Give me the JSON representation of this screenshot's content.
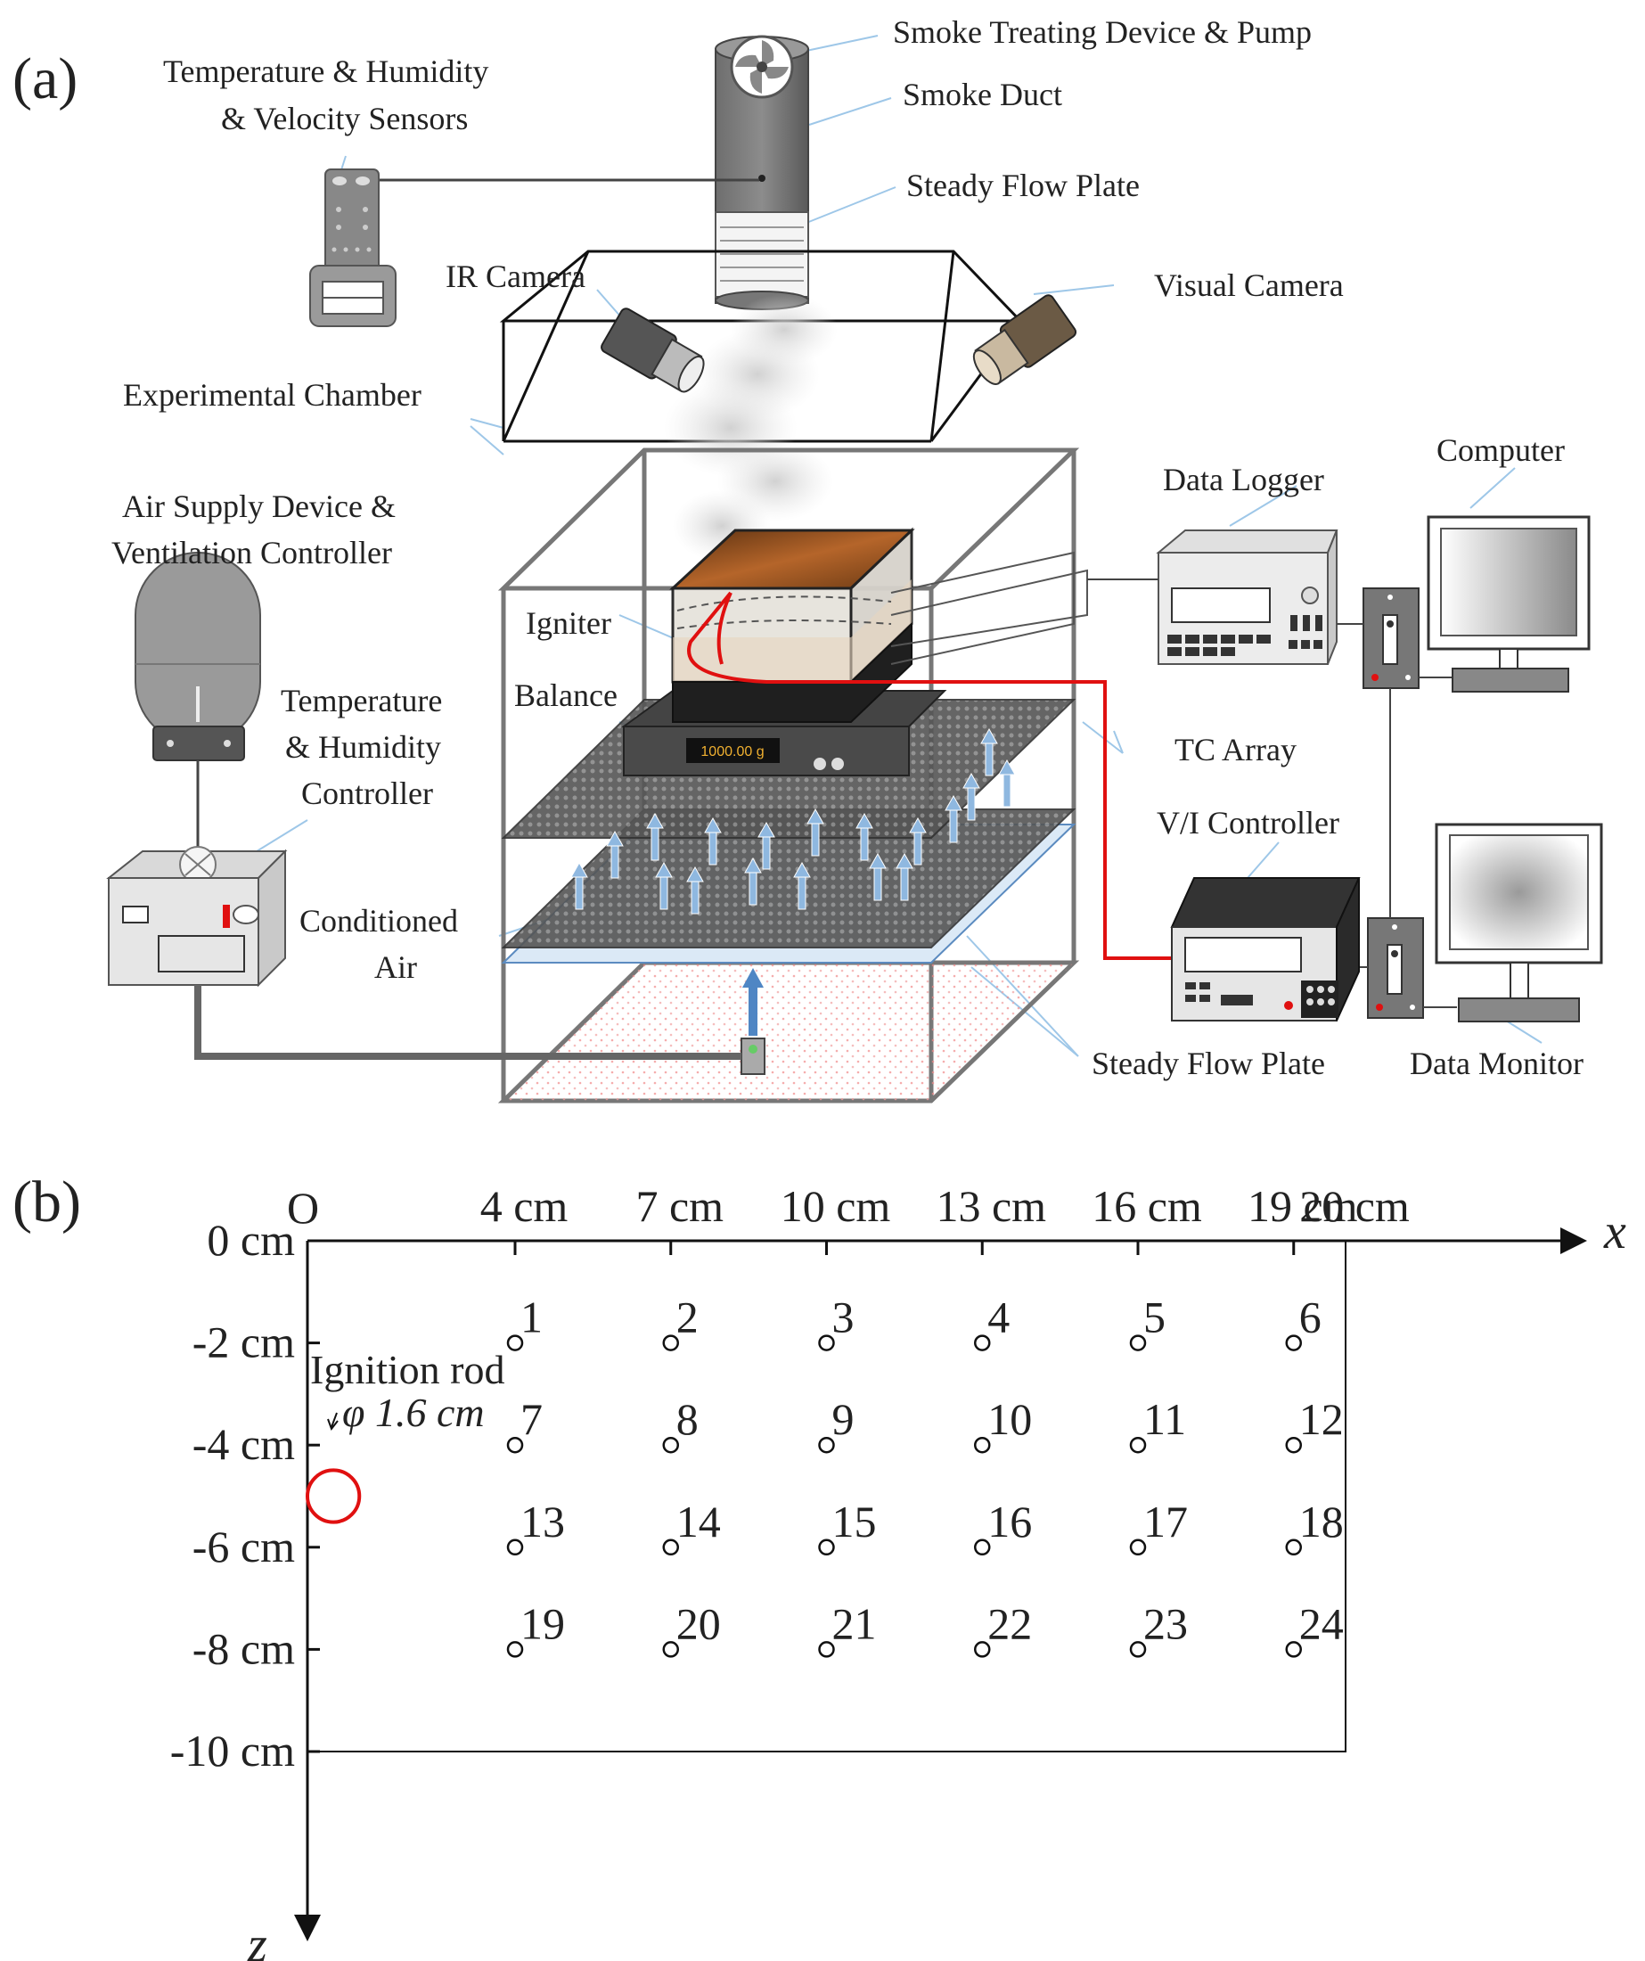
{
  "panel_a": {
    "panel_label": "(a)",
    "labels": {
      "smoke_treating": "Smoke Treating Device & Pump",
      "smoke_duct": "Smoke Duct",
      "steady_flow_plate_top": "Steady Flow Plate",
      "temp_hum_vel_1": "Temperature & Humidity",
      "temp_hum_vel_2": "& Velocity Sensors",
      "ir_camera": "IR Camera",
      "visual_camera": "Visual Camera",
      "experimental_chamber": "Experimental Chamber",
      "computer": "Computer",
      "data_logger": "Data Logger",
      "air_supply_1": "Air Supply Device &",
      "air_supply_2": "Ventilation Controller",
      "igniter": "Igniter",
      "balance": "Balance",
      "balance_display": "1000.00 g",
      "temp_hum_ctrl_1": "Temperature",
      "temp_hum_ctrl_2": "& Humidity",
      "temp_hum_ctrl_3": "Controller",
      "tc_array": "TC Array",
      "vi_controller": "V/I Controller",
      "conditioned_air_1": "Conditioned",
      "conditioned_air_2": "Air",
      "steady_flow_plate_bottom": "Steady Flow Plate",
      "data_monitor": "Data Monitor"
    },
    "colors": {
      "leader_line": "#9ec7e8",
      "igniter_wire": "#e01010",
      "airflow_arrow": "#8fb8e0",
      "sample_top": "#a0522d"
    }
  },
  "panel_b": {
    "panel_label": "(b)",
    "origin_label": "O",
    "x_axis_label": "x",
    "z_axis_label": "z",
    "x_ticks": [
      {
        "value": 4,
        "label": "4 cm"
      },
      {
        "value": 7,
        "label": "7 cm"
      },
      {
        "value": 10,
        "label": "10 cm"
      },
      {
        "value": 13,
        "label": "13 cm"
      },
      {
        "value": 16,
        "label": "16 cm"
      },
      {
        "value": 19,
        "label": "19 cm"
      },
      {
        "value": 20,
        "label": "20 cm"
      }
    ],
    "z_ticks": [
      {
        "value": 0,
        "label": "0 cm"
      },
      {
        "value": -2,
        "label": "-2 cm"
      },
      {
        "value": -4,
        "label": "-4 cm"
      },
      {
        "value": -6,
        "label": "-6 cm"
      },
      {
        "value": -8,
        "label": "-8 cm"
      },
      {
        "value": -10,
        "label": "-10 cm"
      }
    ],
    "sample_region": {
      "x_max": 20,
      "z_min": -10
    },
    "ignition_rod": {
      "label": "Ignition rod",
      "diameter_label": "φ 1.6 cm",
      "x": 0.5,
      "z": -5,
      "diameter_cm": 1.0,
      "color": "#e01010"
    },
    "thermocouples": [
      {
        "id": "1",
        "x": 4,
        "z": -2
      },
      {
        "id": "2",
        "x": 7,
        "z": -2
      },
      {
        "id": "3",
        "x": 10,
        "z": -2
      },
      {
        "id": "4",
        "x": 13,
        "z": -2
      },
      {
        "id": "5",
        "x": 16,
        "z": -2
      },
      {
        "id": "6",
        "x": 19,
        "z": -2
      },
      {
        "id": "7",
        "x": 4,
        "z": -4
      },
      {
        "id": "8",
        "x": 7,
        "z": -4
      },
      {
        "id": "9",
        "x": 10,
        "z": -4
      },
      {
        "id": "10",
        "x": 13,
        "z": -4
      },
      {
        "id": "11",
        "x": 16,
        "z": -4
      },
      {
        "id": "12",
        "x": 19,
        "z": -4
      },
      {
        "id": "13",
        "x": 4,
        "z": -6
      },
      {
        "id": "14",
        "x": 7,
        "z": -6
      },
      {
        "id": "15",
        "x": 10,
        "z": -6
      },
      {
        "id": "16",
        "x": 13,
        "z": -6
      },
      {
        "id": "17",
        "x": 16,
        "z": -6
      },
      {
        "id": "18",
        "x": 19,
        "z": -6
      },
      {
        "id": "19",
        "x": 4,
        "z": -8
      },
      {
        "id": "20",
        "x": 7,
        "z": -8
      },
      {
        "id": "21",
        "x": 10,
        "z": -8
      },
      {
        "id": "22",
        "x": 13,
        "z": -8
      },
      {
        "id": "23",
        "x": 16,
        "z": -8
      },
      {
        "id": "24",
        "x": 19,
        "z": -8
      }
    ]
  }
}
